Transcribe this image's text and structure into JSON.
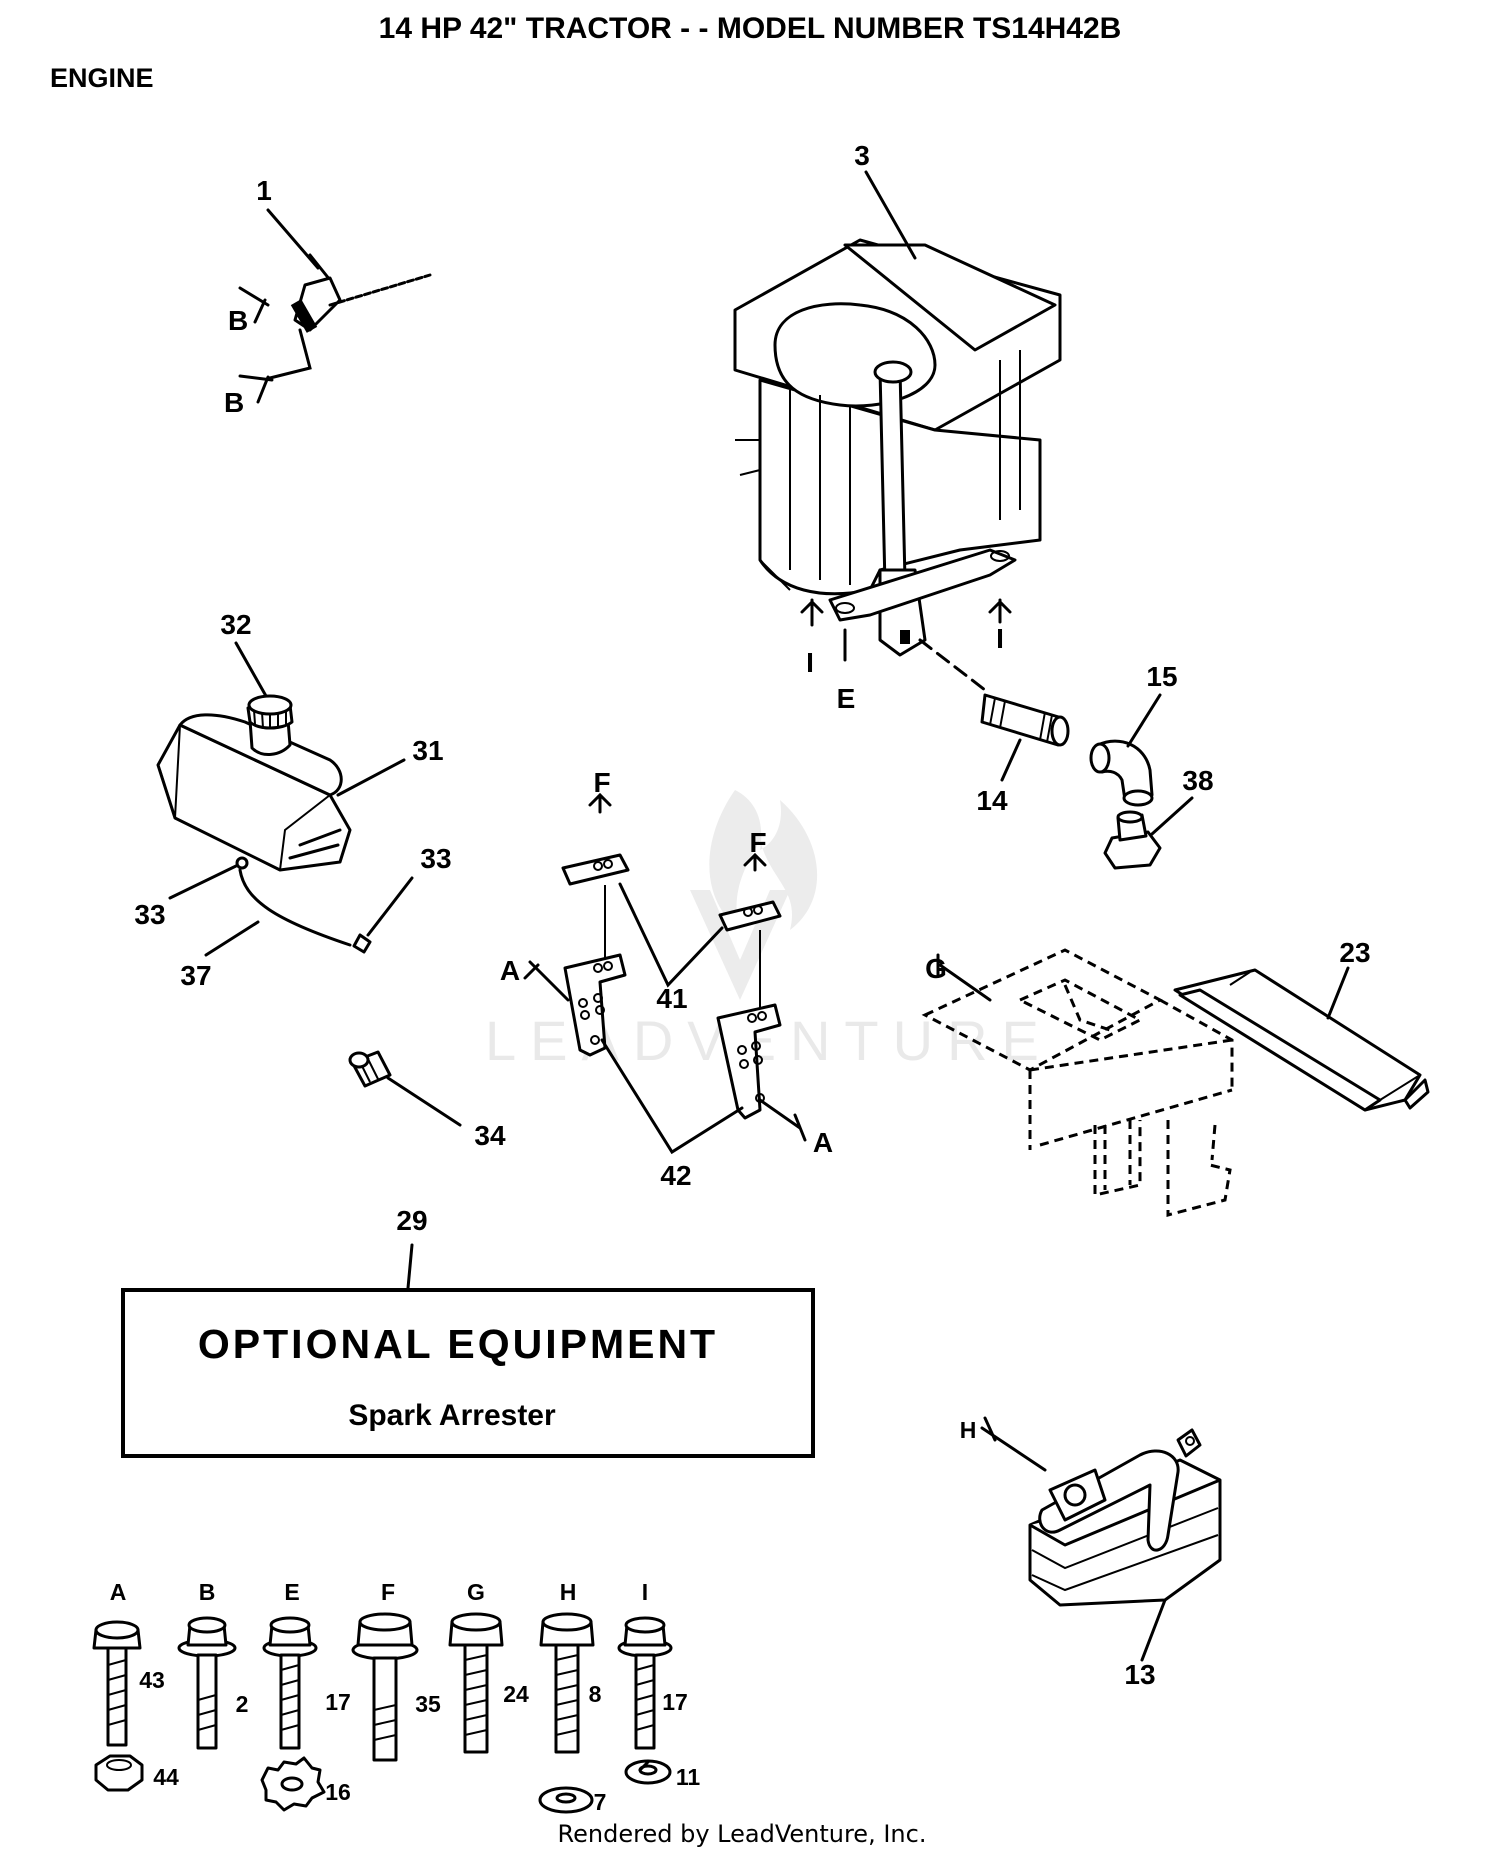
{
  "header": {
    "title": "14 HP 42\" TRACTOR - - MODEL NUMBER TS14H42B",
    "section": "ENGINE"
  },
  "callouts": {
    "p1": "1",
    "p3": "3",
    "p13": "13",
    "p14": "14",
    "p15": "15",
    "p23": "23",
    "p29": "29",
    "p31": "31",
    "p32": "32",
    "p33a": "33",
    "p33b": "33",
    "p34": "34",
    "p37": "37",
    "p38": "38",
    "p41": "41",
    "p42": "42"
  },
  "refs": {
    "B1": "B",
    "B2": "B",
    "I1": "I",
    "I2": "I",
    "E": "E",
    "F1": "F",
    "F2": "F",
    "A1": "A",
    "A2": "A",
    "G": "G",
    "H": "H"
  },
  "optional_box": {
    "title": "OPTIONAL EQUIPMENT",
    "item": "Spark Arrester"
  },
  "hardware": [
    {
      "letter": "A",
      "bolt": "43",
      "extra": "44"
    },
    {
      "letter": "B",
      "bolt": "2",
      "extra": ""
    },
    {
      "letter": "E",
      "bolt": "17",
      "extra": "16"
    },
    {
      "letter": "F",
      "bolt": "35",
      "extra": ""
    },
    {
      "letter": "G",
      "bolt": "24",
      "extra": ""
    },
    {
      "letter": "H",
      "bolt": "8",
      "extra": "7"
    },
    {
      "letter": "I",
      "bolt": "17",
      "extra": "11"
    }
  ],
  "watermark": "LEADVENTURE",
  "footer": "Rendered by LeadVenture, Inc."
}
